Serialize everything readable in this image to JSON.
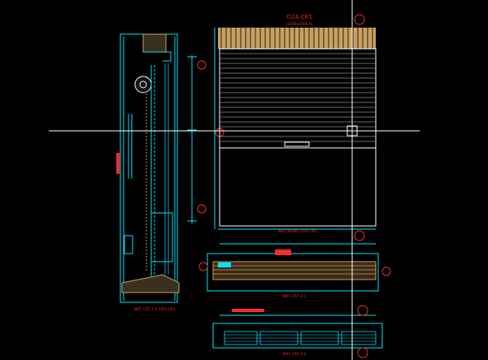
{
  "drawing": {
    "title": "CỬA CR1",
    "title_sub": "(1500x2500 h)",
    "labels": {
      "elevation": "MẶT ĐỨNG CỬA CR1",
      "section_vertical": "MẶT CẮT 1-1 CỬA CR1",
      "section_horizontal": "MẶT CẮT 1-1",
      "plan": "MẶT CẮT 2-2"
    }
  },
  "colors": {
    "background": "#000000",
    "outline": "#00e5ff",
    "accent": "#ff2a2a",
    "hatch": "#c8a060",
    "crosshair": "#ffffff"
  }
}
